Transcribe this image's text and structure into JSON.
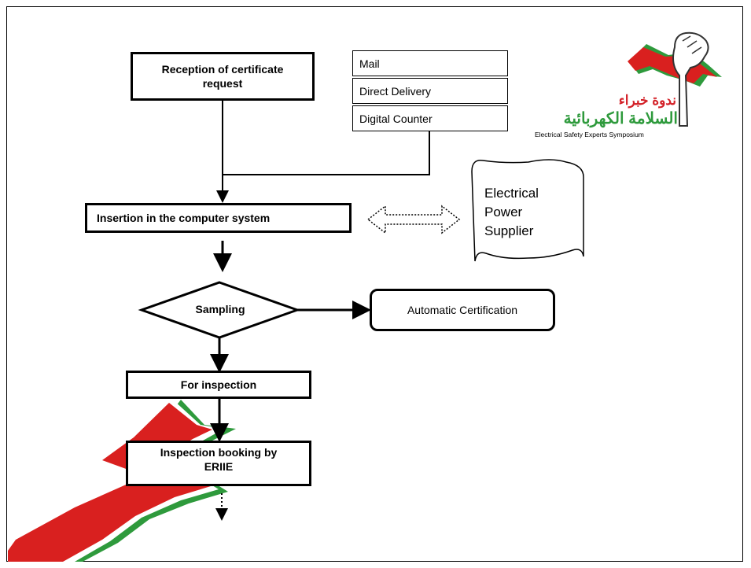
{
  "colors": {
    "bolt_red": "#d9201f",
    "bolt_green": "#2e9a3c",
    "line": "#000000"
  },
  "flow": {
    "reception": "Reception of certificate request",
    "insertion": "Insertion in the computer system",
    "sampling": "Sampling",
    "automatic": "Automatic Certification",
    "for_inspection": "For inspection",
    "booking": "Inspection booking by ERIIE"
  },
  "channels": [
    "Mail",
    "Direct Delivery",
    "Digital Counter"
  ],
  "supplier": {
    "line1": "Electrical",
    "line2": "Power",
    "line3": "Supplier"
  },
  "logo": {
    "arabic_top": "ندوة خبراء",
    "arabic_bottom": "السلامة الكهربائية",
    "english": "Electrical Safety Experts Symposium",
    "icon": "fist-with-lightning-icon"
  }
}
